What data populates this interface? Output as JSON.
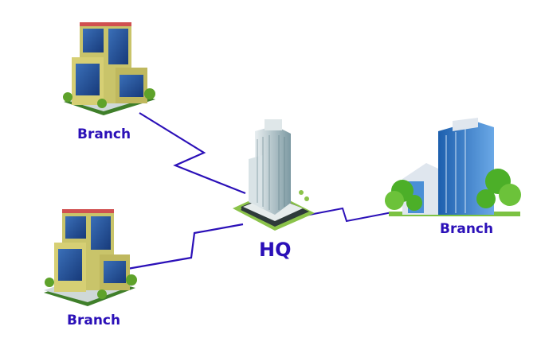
{
  "colors": {
    "link": "#2b10b8",
    "label": "#2b10b8"
  },
  "nodes": {
    "branch_top_left": {
      "label": "Branch"
    },
    "branch_bottom_left": {
      "label": "Branch"
    },
    "hq": {
      "label": "HQ"
    },
    "branch_right": {
      "label": "Branch"
    }
  }
}
